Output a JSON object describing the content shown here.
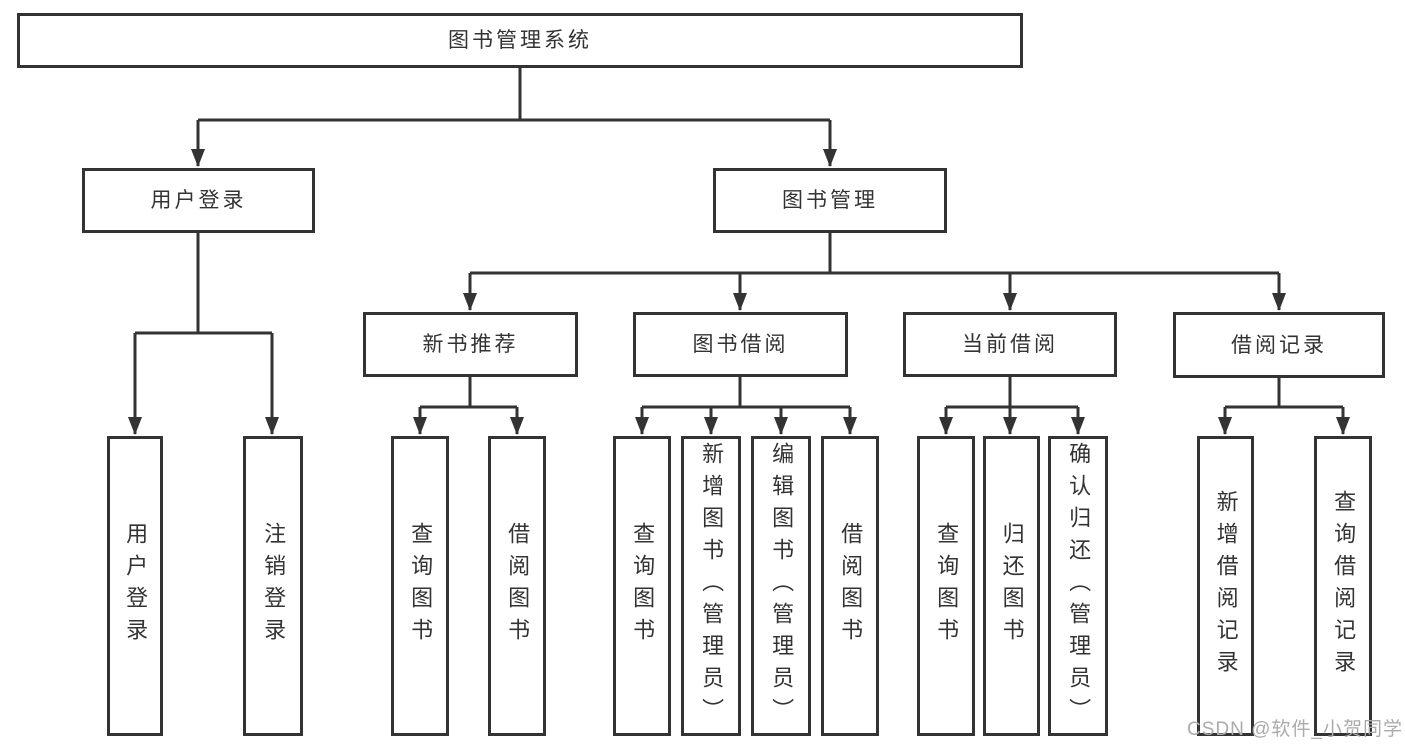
{
  "diagram": {
    "root": {
      "label": "图书管理系统"
    },
    "branches": [
      {
        "label": "用户登录",
        "children": [
          {
            "label": "用户登录"
          },
          {
            "label": "注销登录"
          }
        ]
      },
      {
        "label": "图书管理",
        "children": [
          {
            "label": "新书推荐",
            "children": [
              {
                "label": "查询图书"
              },
              {
                "label": "借阅图书"
              }
            ]
          },
          {
            "label": "图书借阅",
            "children": [
              {
                "label": "查询图书"
              },
              {
                "label": "新增图书（管理员）"
              },
              {
                "label": "编辑图书（管理员）"
              },
              {
                "label": "借阅图书"
              }
            ]
          },
          {
            "label": "当前借阅",
            "children": [
              {
                "label": "查询图书"
              },
              {
                "label": "归还图书"
              },
              {
                "label": "确认归还（管理员）"
              }
            ]
          },
          {
            "label": "借阅记录",
            "children": [
              {
                "label": "新增借阅记录"
              },
              {
                "label": "查询借阅记录"
              }
            ]
          }
        ]
      }
    ]
  },
  "watermark": {
    "text": "CSDN @软件_小贺同学"
  },
  "colors": {
    "line": "#333333",
    "text": "#333333",
    "background": "#ffffff",
    "watermark": "#ababab"
  }
}
